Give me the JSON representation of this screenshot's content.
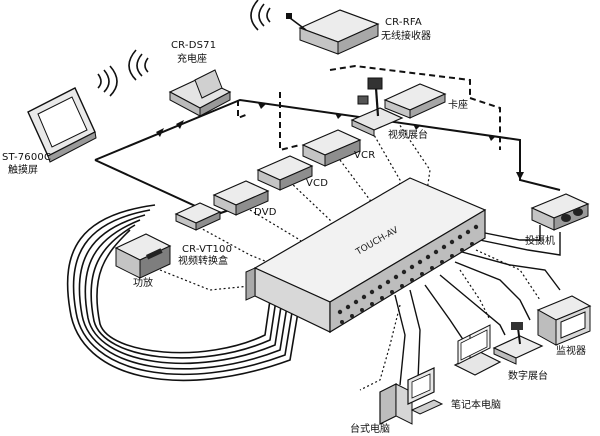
{
  "devices": {
    "touch_screen": {
      "model": "ST-7600C",
      "name": "触摸屏"
    },
    "charging_dock": {
      "model": "CR-DS71",
      "name": "充电座"
    },
    "rf_receiver": {
      "model": "CR-RFA",
      "name": "无线接收器"
    },
    "card_holder": {
      "name": "卡座"
    },
    "visualizer": {
      "name": "视频展台"
    },
    "vcr": {
      "name": "VCR"
    },
    "vcd": {
      "name": "VCD"
    },
    "dvd": {
      "name": "DVD"
    },
    "video_converter": {
      "model": "CR-VT100",
      "name": "视频转换盒"
    },
    "amplifier": {
      "name": "功放"
    },
    "main_controller": {
      "name": "TOUCH-AV"
    },
    "camera": {
      "name": "投摄机"
    },
    "monitor": {
      "name": "监视器"
    },
    "digital_visualizer": {
      "name": "数字展台"
    },
    "laptop": {
      "name": "笔记本电脑"
    },
    "desktop": {
      "name": "台式电脑"
    }
  },
  "colors": {
    "line": "#111111",
    "device_fill": "#e6e6e6",
    "device_dark": "#3a3a3a",
    "background": "#ffffff"
  }
}
